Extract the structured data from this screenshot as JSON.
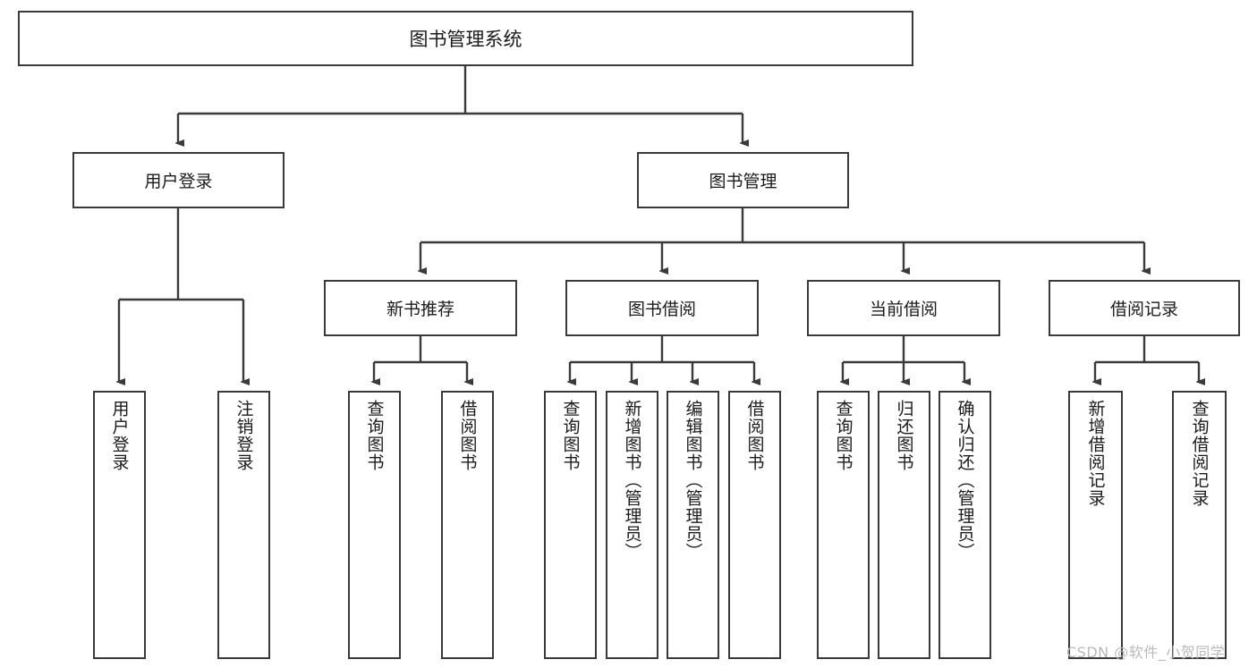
{
  "diagram": {
    "title": "图书管理系统",
    "type": "tree-hierarchy",
    "root": {
      "label": "图书管理系统"
    },
    "level2": [
      {
        "label": "用户登录"
      },
      {
        "label": "图书管理"
      }
    ],
    "level3": [
      {
        "label": "新书推荐"
      },
      {
        "label": "图书借阅"
      },
      {
        "label": "当前借阅"
      },
      {
        "label": "借阅记录"
      }
    ],
    "leaves": {
      "user_login": [
        {
          "label": "用户登录"
        },
        {
          "label": "注销登录"
        }
      ],
      "new_book_recommend": [
        {
          "label": "查询图书"
        },
        {
          "label": "借阅图书"
        }
      ],
      "book_borrow": [
        {
          "label": "查询图书"
        },
        {
          "label": "新增图书（管理员）"
        },
        {
          "label": "编辑图书（管理员）"
        },
        {
          "label": "借阅图书"
        }
      ],
      "current_borrow": [
        {
          "label": "查询图书"
        },
        {
          "label": "归还图书"
        },
        {
          "label": "确认归还（管理员）"
        }
      ],
      "borrow_record": [
        {
          "label": "新增借阅记录"
        },
        {
          "label": "查询借阅记录"
        }
      ]
    },
    "watermark": "CSDN @软件_小贺同学",
    "colors": {
      "stroke": "#3a3a3a",
      "background": "#ffffff",
      "text": "#1b1b1b",
      "watermark": "#b9b9b9"
    }
  }
}
